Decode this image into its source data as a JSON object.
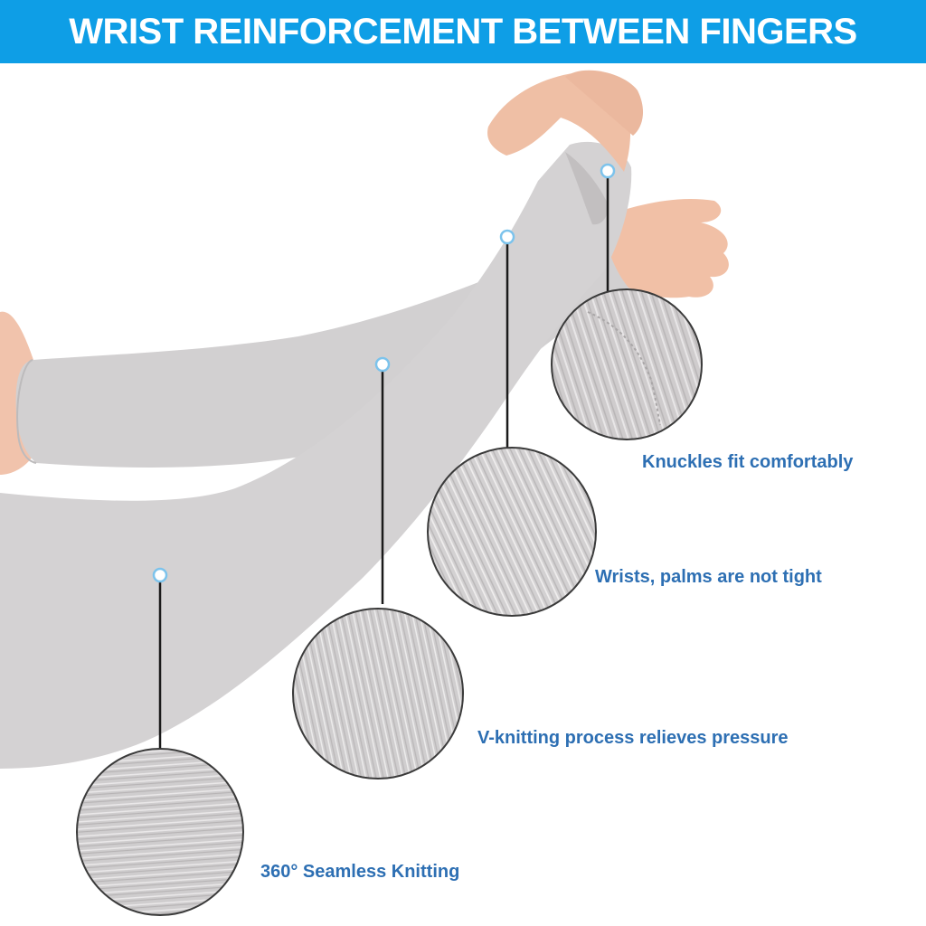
{
  "header": {
    "title": "WRIST REINFORCEMENT BETWEEN FINGERS"
  },
  "callouts": [
    {
      "label": "Knuckles fit comfortably"
    },
    {
      "label": "Wrists, palms are not tight"
    },
    {
      "label": "V-knitting process relieves pressure"
    },
    {
      "label": "360° Seamless Knitting"
    }
  ],
  "colors": {
    "banner": "#0e9ee6",
    "label_text": "#2d6fb3",
    "sleeve": "#d4d2d3",
    "skin": "#eebba3"
  }
}
